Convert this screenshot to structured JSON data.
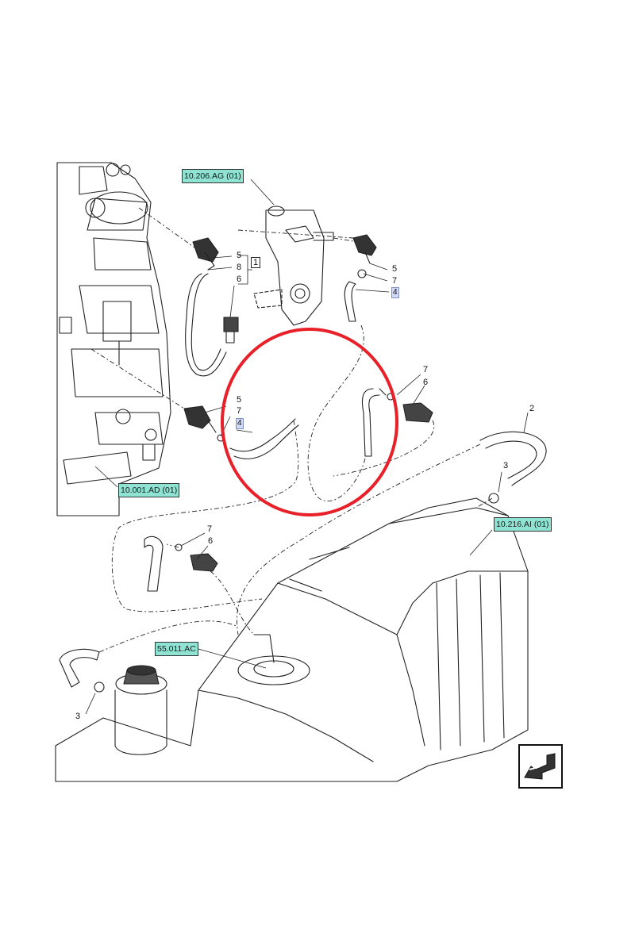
{
  "references": {
    "top": "10.206.AG (01)",
    "left": "10.001.AD (01)",
    "right": "10.216.AI (01)",
    "bottom": "55.011.AC"
  },
  "callouts": {
    "group_bracket": "1",
    "tl_5": "5",
    "tl_8": "8",
    "tl_6": "6",
    "tr_5": "5",
    "tr_7": "7",
    "tr_4": "4",
    "ml_5": "5",
    "ml_7": "7",
    "ml_4": "4",
    "mr_7": "7",
    "mr_6": "6",
    "r_2": "2",
    "r_3": "3",
    "bl_7": "7",
    "bl_6": "6",
    "bottom_3": "3"
  },
  "highlight_color": "#e8202a",
  "reference_color": "#8fe3d2",
  "icons": [
    "navigation-arrow-icon"
  ]
}
